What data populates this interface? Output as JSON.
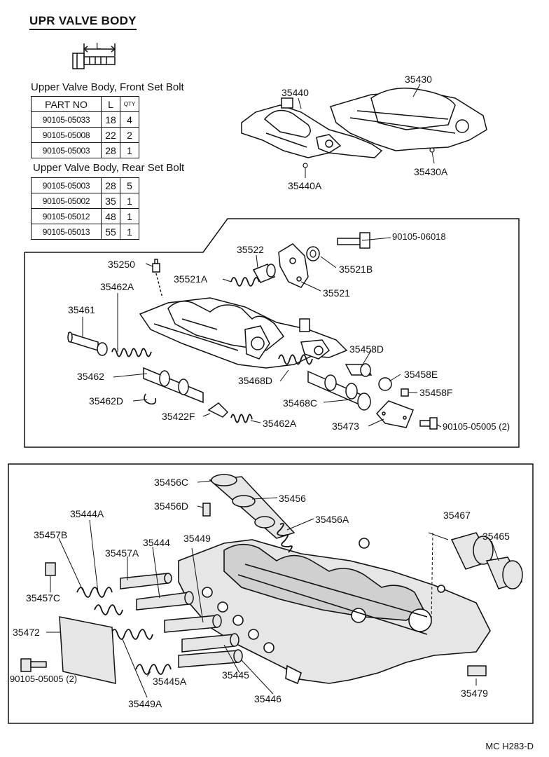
{
  "title": "UPR VALVE BODY",
  "bolt_dim_label": "L",
  "front_caption": "Upper Valve Body, Front Set Bolt",
  "rear_caption": "Upper Valve Body, Rear Set Bolt",
  "table_headers": {
    "part_no": "PART NO",
    "l": "L",
    "qty": "QTY"
  },
  "front_rows": [
    {
      "part": "90105-05033",
      "l": "18",
      "qty": "4"
    },
    {
      "part": "90105-05008",
      "l": "22",
      "qty": "2"
    },
    {
      "part": "90105-05003",
      "l": "28",
      "qty": "1"
    }
  ],
  "rear_rows": [
    {
      "part": "90105-05003",
      "l": "28",
      "qty": "5"
    },
    {
      "part": "90105-05002",
      "l": "35",
      "qty": "1"
    },
    {
      "part": "90105-05012",
      "l": "48",
      "qty": "1"
    },
    {
      "part": "90105-05013",
      "l": "55",
      "qty": "1"
    }
  ],
  "labels": {
    "p35440": "35440",
    "p35430": "35430",
    "p35440A": "35440A",
    "p35430A": "35430A",
    "p35522": "35522",
    "p90105_06018": "90105-06018",
    "p35250": "35250",
    "p35521A": "35521A",
    "p35521B": "35521B",
    "p35462A_top": "35462A",
    "p35521": "35521",
    "p35461": "35461",
    "p35458D": "35458D",
    "p35462": "35462",
    "p35468D": "35468D",
    "p35458E": "35458E",
    "p35458F": "35458F",
    "p35462D": "35462D",
    "p35468C": "35468C",
    "p35422F": "35422F",
    "p35462A_bot": "35462A",
    "p35473": "35473",
    "p90105_05005_a": "90105-05005 (2)",
    "p35456C": "35456C",
    "p35456": "35456",
    "p35456D": "35456D",
    "p35456A": "35456A",
    "p35444A": "35444A",
    "p35467": "35467",
    "p35457B": "35457B",
    "p35444": "35444",
    "p35449": "35449",
    "p35465": "35465",
    "p35457A": "35457A",
    "p35457C": "35457C",
    "p35472": "35472",
    "p90105_05005_b": "90105-05005 (2)",
    "p35445A": "35445A",
    "p35445": "35445",
    "p35479": "35479",
    "p35449A": "35449A",
    "p35446": "35446"
  },
  "drawing_code": "MC H283-D"
}
